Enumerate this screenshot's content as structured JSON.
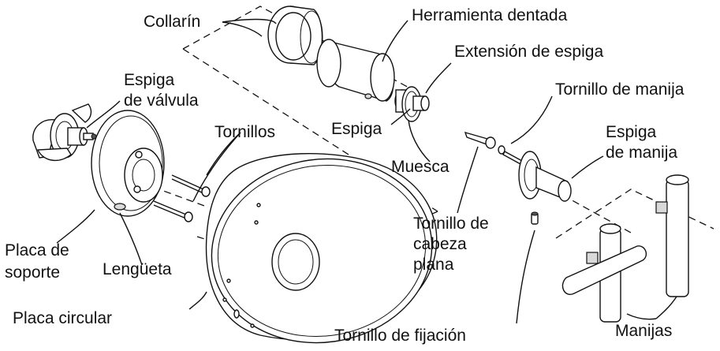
{
  "labels": {
    "collarin": "Collarín",
    "herramienta_dentada": "Herramienta dentada",
    "extension_espiga": "Extensión de espiga",
    "espiga_valvula_1": "Espiga",
    "espiga_valvula_2": "de válvula",
    "tornillos": "Tornillos",
    "espiga": "Espiga",
    "tornillo_manija": "Tornillo de manija",
    "espiga_manija_1": "Espiga",
    "espiga_manija_2": "de manija",
    "muesca": "Muesca",
    "placa_soporte_1": "Placa de",
    "placa_soporte_2": "soporte",
    "lengueta": "Lengüeta",
    "tornillo_cabeza_1": "Tornillo de",
    "tornillo_cabeza_2": "cabeza",
    "tornillo_cabeza_3": "plana",
    "placa_circular": "Placa circular",
    "tornillo_fijacion": "Tornillo de fijación",
    "manijas": "Manijas"
  }
}
